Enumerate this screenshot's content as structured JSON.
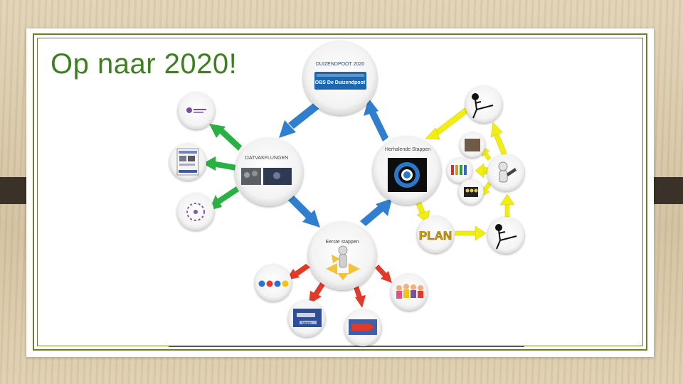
{
  "slide": {
    "title": "Op naar 2020!"
  },
  "diagram": {
    "top_node": {
      "label": "DUIZENDPOOT 2020",
      "logo_text": "OBS De Duizendpoot"
    },
    "left_node": {
      "label": "DATVAKFLUNGEN"
    },
    "right_node": {
      "label": "Herhalende Stappen"
    },
    "bottom_node": {
      "label": "Eerste stappen"
    },
    "right_cluster": {
      "plan_text": "PLAN"
    },
    "bottom_cluster": {
      "sign_text": "Neem"
    }
  },
  "colors": {
    "title": "#3e7f22",
    "frame": "#6b7e2e",
    "arrow_blue": "#2f7fce",
    "arrow_green": "#2bb043",
    "arrow_yellow": "#f2ee12",
    "arrow_red": "#e23a2a"
  }
}
